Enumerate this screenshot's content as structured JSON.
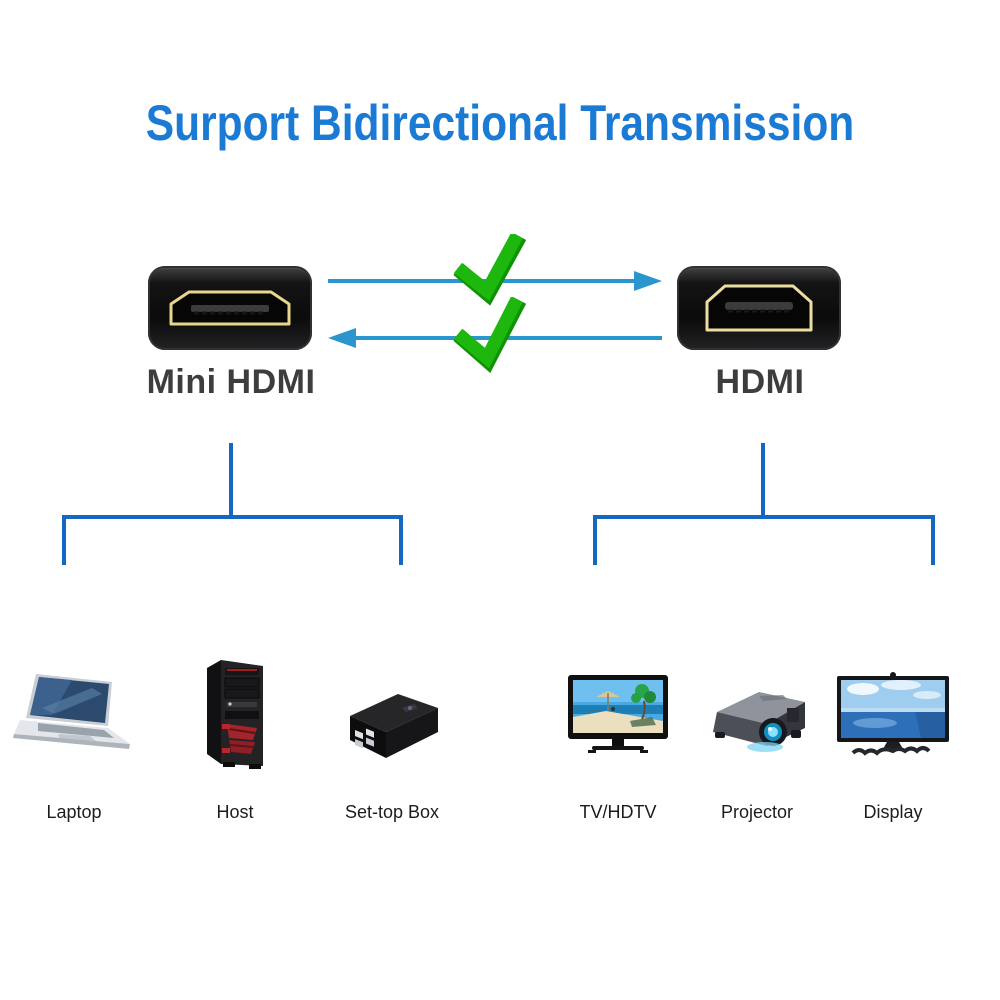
{
  "title": "Surport Bidirectional Transmission",
  "connectors": {
    "left": {
      "label": "Mini HDMI",
      "icon": "mini-hdmi-connector-icon"
    },
    "right": {
      "label": "HDMI",
      "icon": "hdmi-connector-icon"
    }
  },
  "transmission": {
    "arrows": [
      {
        "direction": "right",
        "icon": "arrow-right-icon",
        "status_icon": "green-checkmark-icon"
      },
      {
        "direction": "left",
        "icon": "arrow-left-icon",
        "status_icon": "green-checkmark-icon"
      }
    ]
  },
  "devices": {
    "left": [
      {
        "label": "Laptop",
        "icon": "laptop-icon"
      },
      {
        "label": "Host",
        "icon": "host-tower-icon"
      },
      {
        "label": "Set-top Box",
        "icon": "set-top-box-icon"
      }
    ],
    "right": [
      {
        "label": "TV/HDTV",
        "icon": "tv-icon"
      },
      {
        "label": "Projector",
        "icon": "projector-icon"
      },
      {
        "label": "Display",
        "icon": "display-icon"
      }
    ]
  },
  "colors": {
    "title": "#1a7ad4",
    "arrow": "#2b96cd",
    "tree": "#1468c2",
    "check": "#1db70e",
    "check_dark": "#0f9305",
    "gold": "#e7d68c",
    "connector_black": "#0c0c0d",
    "label_gray": "#3d3d3d"
  }
}
